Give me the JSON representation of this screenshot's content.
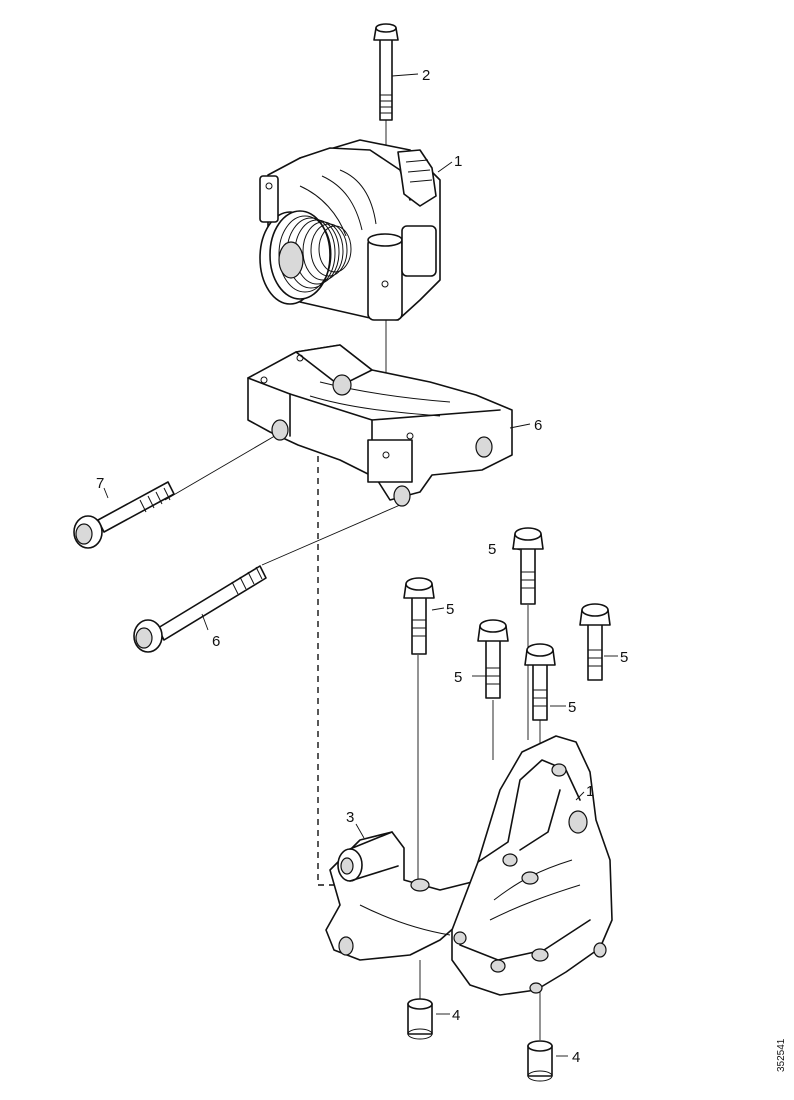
{
  "diagram": {
    "callouts": {
      "c1_top": "1",
      "c2": "2",
      "c6_bracket": "6",
      "c7": "7",
      "c6_bolt": "6",
      "c5_a": "5",
      "c5_b": "5",
      "c5_c": "5",
      "c5_d": "5",
      "c5_e": "5",
      "c3": "3",
      "c1_bottom": "1",
      "c4_a": "4",
      "c4_b": "4"
    },
    "reference_number": "352541"
  }
}
